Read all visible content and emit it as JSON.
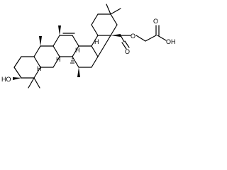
{
  "structure": {
    "atoms": {
      "hydroxyl": "HO",
      "ester_oxygen": "O",
      "carbonyl_oxygen": "O",
      "acid_oxygen": "O",
      "acid_hydroxyl": "OH",
      "h1": "H",
      "h2": "H",
      "h3": "H",
      "h4": "H"
    }
  }
}
